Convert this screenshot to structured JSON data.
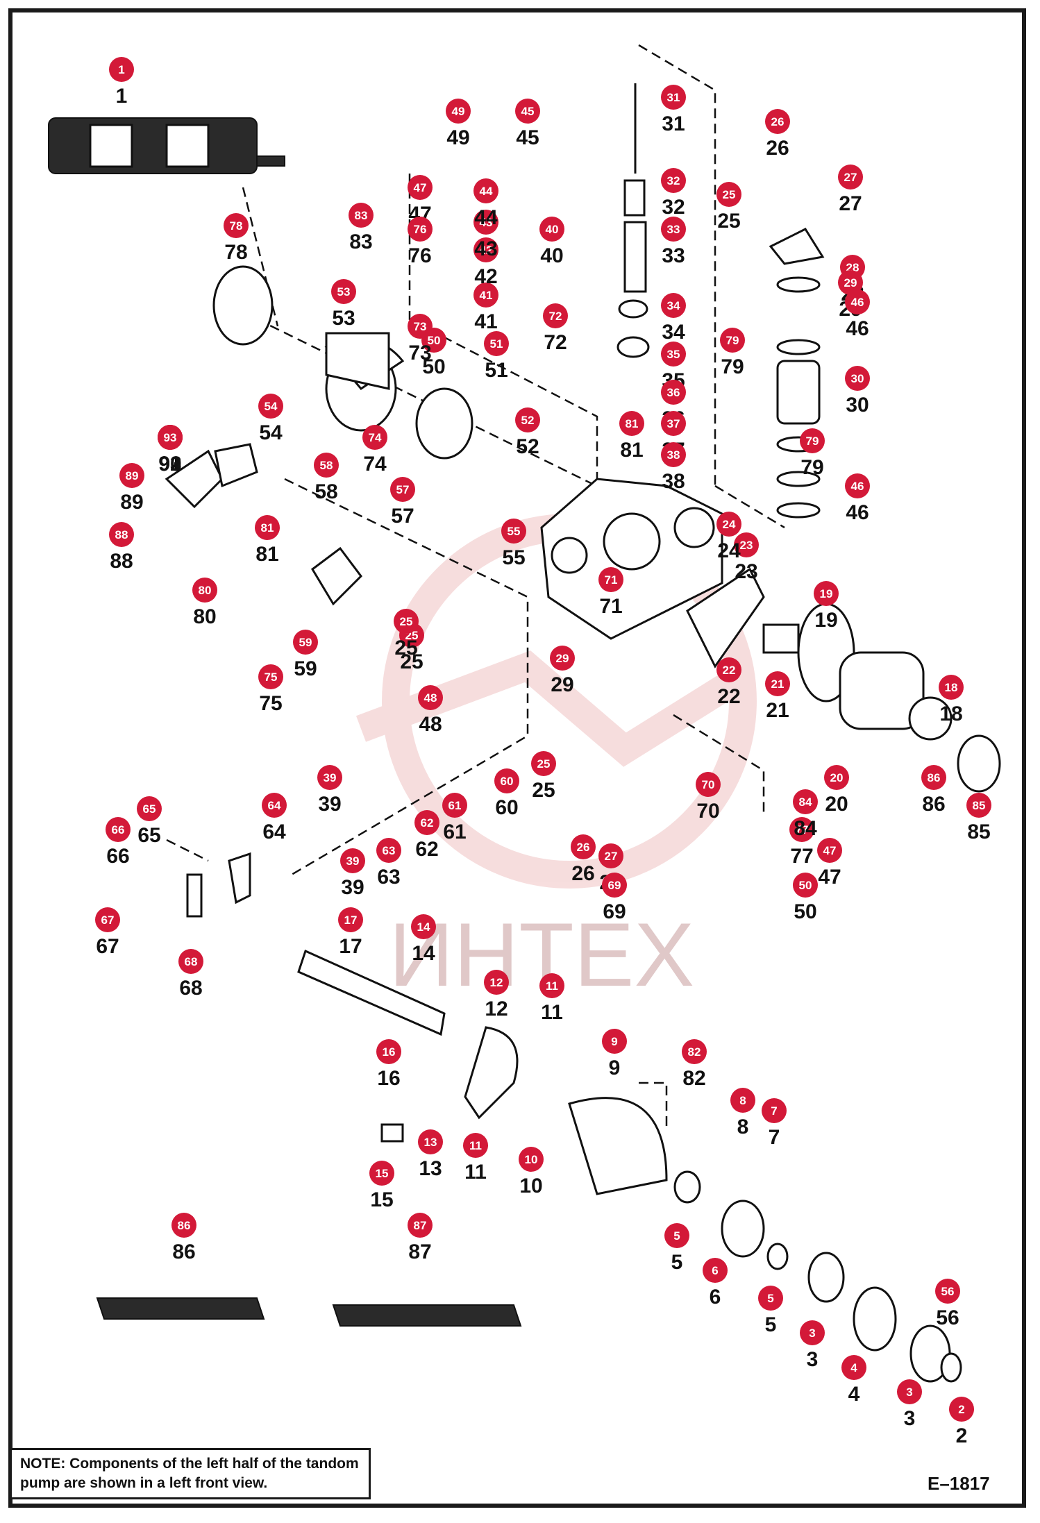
{
  "drawing_code": "E–1817",
  "watermark": "ИНТЕХ",
  "note": {
    "prefix": "NOTE:",
    "text": "Components of the left half of the tandom pump are shown in a left front view."
  },
  "colors": {
    "badge": "#d31938",
    "watermark": "#f2c4c4",
    "line": "#111111"
  },
  "callouts": [
    "1",
    "2",
    "3",
    "3",
    "4",
    "5",
    "5",
    "6",
    "7",
    "8",
    "9",
    "10",
    "11",
    "11",
    "12",
    "13",
    "14",
    "15",
    "16",
    "17",
    "18",
    "19",
    "20",
    "21",
    "22",
    "23",
    "24",
    "25",
    "25",
    "25",
    "25",
    "26",
    "26",
    "27",
    "27",
    "28",
    "29",
    "29",
    "30",
    "31",
    "32",
    "33",
    "34",
    "35",
    "36",
    "37",
    "38",
    "39",
    "39",
    "40",
    "41",
    "42",
    "43",
    "44",
    "45",
    "46",
    "46",
    "47",
    "47",
    "48",
    "49",
    "50",
    "50",
    "51",
    "52",
    "53",
    "54",
    "55",
    "56",
    "57",
    "58",
    "59",
    "60",
    "61",
    "62",
    "63",
    "64",
    "65",
    "66",
    "67",
    "68",
    "69",
    "70",
    "71",
    "72",
    "73",
    "74",
    "75",
    "76",
    "77",
    "78",
    "79",
    "79",
    "80",
    "81",
    "81",
    "82",
    "83",
    "84",
    "85",
    "86",
    "86",
    "87",
    "88",
    "89",
    "90",
    "91",
    "92",
    "93"
  ]
}
